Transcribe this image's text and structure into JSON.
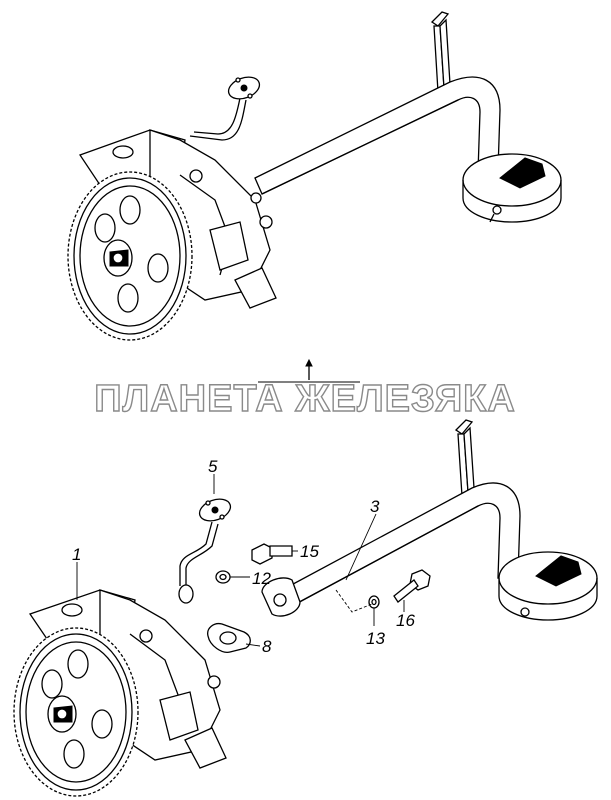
{
  "watermark": "ПЛАНЕТА ЖЕЛЕЗЯКА",
  "callouts": {
    "c1": "1",
    "c3": "3",
    "c5": "5",
    "c8": "8",
    "c12": "12",
    "c13": "13",
    "c15": "15",
    "c16": "16"
  },
  "colors": {
    "ink": "#000000",
    "paper": "#ffffff",
    "watermark_outline": "#8a8a8a"
  }
}
